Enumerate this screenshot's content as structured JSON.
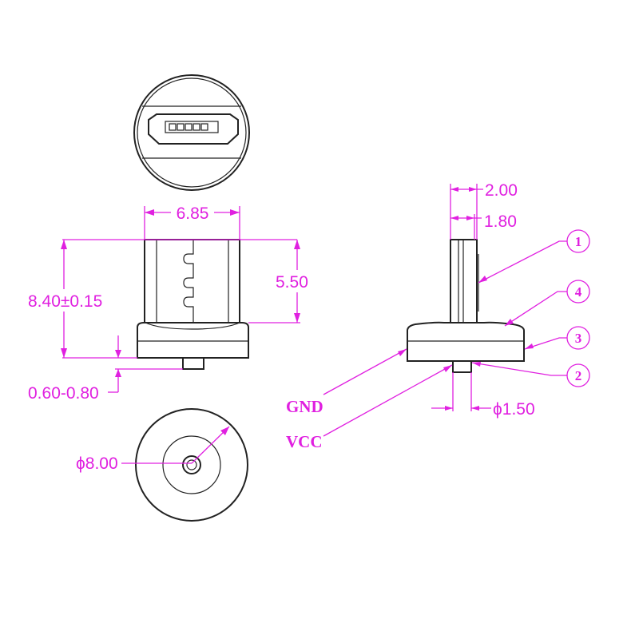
{
  "colors": {
    "dimension": "#e020e0",
    "outline": "#222222"
  },
  "front_view": {
    "width_dim": "6.85",
    "height_dim": "8.40±0.15",
    "tip_dim": "5.50",
    "pin_dim": "0.60-0.80"
  },
  "bottom_view": {
    "diameter_dim": "ϕ8.00"
  },
  "side_view": {
    "thickness_outer": "2.00",
    "thickness_inner": "1.80",
    "pin_diameter": "ϕ1.50",
    "gnd_label": "GND",
    "vcc_label": "VCC",
    "callouts": [
      "1",
      "4",
      "3",
      "2"
    ]
  }
}
